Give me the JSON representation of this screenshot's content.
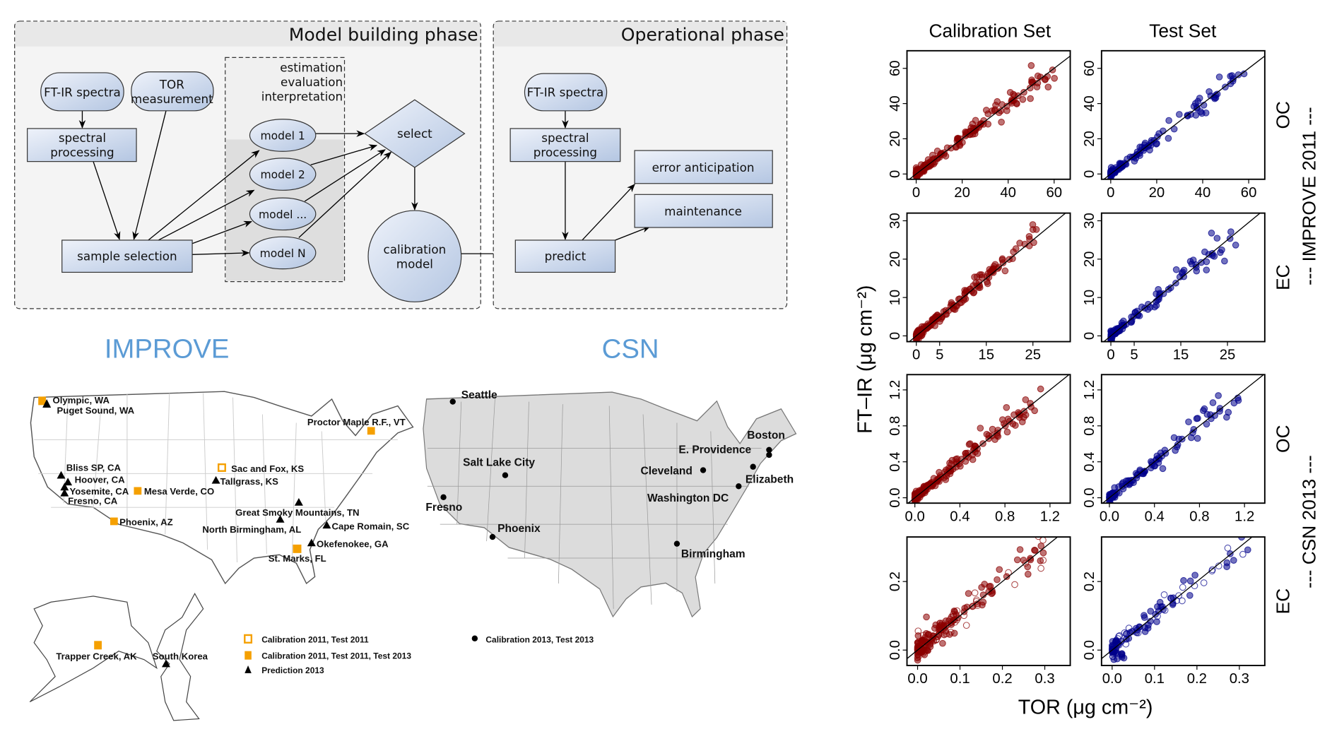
{
  "diagram": {
    "model_phase": {
      "title": "Model building phase",
      "ftir": "FT-IR spectra",
      "tor": [
        "TOR",
        "measurement"
      ],
      "spectral": [
        "spectral",
        "processing"
      ],
      "sample_selection": "sample selection",
      "inner_box": [
        "estimation",
        "evaluation",
        "interpretation"
      ],
      "models": [
        "model 1",
        "model 2",
        "model ...",
        "model N"
      ],
      "select": "select",
      "calibration": [
        "calibration",
        "model"
      ]
    },
    "operational_phase": {
      "title": "Operational phase",
      "ftir": "FT-IR spectra",
      "spectral": [
        "spectral",
        "processing"
      ],
      "predict": "predict",
      "error": "error anticipation",
      "maintenance": "maintenance"
    }
  },
  "maps": {
    "improve": {
      "title": "IMPROVE",
      "sites": [
        "Olympic, WA",
        "Puget Sound, WA",
        "Proctor Maple R.F., VT",
        "Bliss SP, CA",
        "Hoover, CA",
        "Yosemite, CA",
        "Fresno, CA",
        "Mesa Verde, CO",
        "Phoenix, AZ",
        "Sac and Fox, KS",
        "Tallgrass, KS",
        "Great Smoky Mountains, TN",
        "North Birmingham, AL",
        "Cape Romain, SC",
        "Okefenokee, GA",
        "St. Marks, FL",
        "Trapper Creek, AK",
        "South Korea"
      ],
      "legend": [
        "Calibration 2011, Test 2011",
        "Calibration 2011, Test 2011, Test 2013",
        "Prediction 2013"
      ]
    },
    "csn": {
      "title": "CSN",
      "sites": [
        "Seattle",
        "Salt Lake City",
        "Fresno",
        "Phoenix",
        "Boston",
        "E. Providence",
        "Cleveland",
        "Elizabeth",
        "Washington DC",
        "Birmingham"
      ],
      "legend": [
        "Calibration 2013, Test 2013"
      ]
    },
    "colors": {
      "title": "#5b9bd5",
      "orange": "#f5a000"
    }
  },
  "chart_data": {
    "type": "scatter",
    "column_titles": [
      "Calibration Set",
      "Test Set"
    ],
    "row_labels": [
      "OC",
      "EC",
      "OC",
      "EC"
    ],
    "group_labels": [
      "--- IMPROVE 2011 ---",
      "--- CSN 2013 ---"
    ],
    "xlabel": "TOR (μg cm⁻²)",
    "ylabel": "FT–IR (μg cm⁻²)",
    "reference_line": "1:1",
    "colors": {
      "calibration": "#8b0000",
      "test": "#00008b"
    },
    "rows": [
      {
        "xlim": [
          -4,
          67
        ],
        "ylim": [
          -3,
          70
        ],
        "xticks": [
          "0",
          "20",
          "40",
          "60"
        ],
        "xtick_values": [
          0,
          20,
          40,
          60
        ],
        "yticks": [
          "0",
          "20",
          "40",
          "60"
        ],
        "ytick_values": [
          0,
          20,
          40,
          60
        ],
        "max": [
          62,
          58
        ]
      },
      {
        "xlim": [
          -2,
          33
        ],
        "ylim": [
          -1.5,
          32
        ],
        "xticks": [
          "0",
          "5",
          "15",
          "25"
        ],
        "xtick_values": [
          0,
          5,
          15,
          25
        ],
        "yticks": [
          "0",
          "10",
          "20",
          "30"
        ],
        "ytick_values": [
          0,
          10,
          20,
          30
        ],
        "max": [
          27,
          27
        ]
      },
      {
        "xlim": [
          -0.07,
          1.38
        ],
        "ylim": [
          -0.06,
          1.37
        ],
        "xticks": [
          "0.0",
          "0.4",
          "0.8",
          "1.2"
        ],
        "xtick_values": [
          0,
          0.4,
          0.8,
          1.2
        ],
        "yticks": [
          "0.0",
          "0.4",
          "0.8",
          "1.2"
        ],
        "ytick_values": [
          0,
          0.4,
          0.8,
          1.2
        ],
        "max": [
          1.12,
          1.15
        ]
      },
      {
        "xlim": [
          -0.025,
          0.36
        ],
        "ylim": [
          -0.045,
          0.33
        ],
        "xticks": [
          "0.0",
          "0.1",
          "0.2",
          "0.3"
        ],
        "xtick_values": [
          0,
          0.1,
          0.2,
          0.3
        ],
        "yticks": [
          "0.0",
          "0.2"
        ],
        "ytick_values": [
          0,
          0.2
        ],
        "max": [
          0.3,
          0.32
        ]
      }
    ]
  }
}
